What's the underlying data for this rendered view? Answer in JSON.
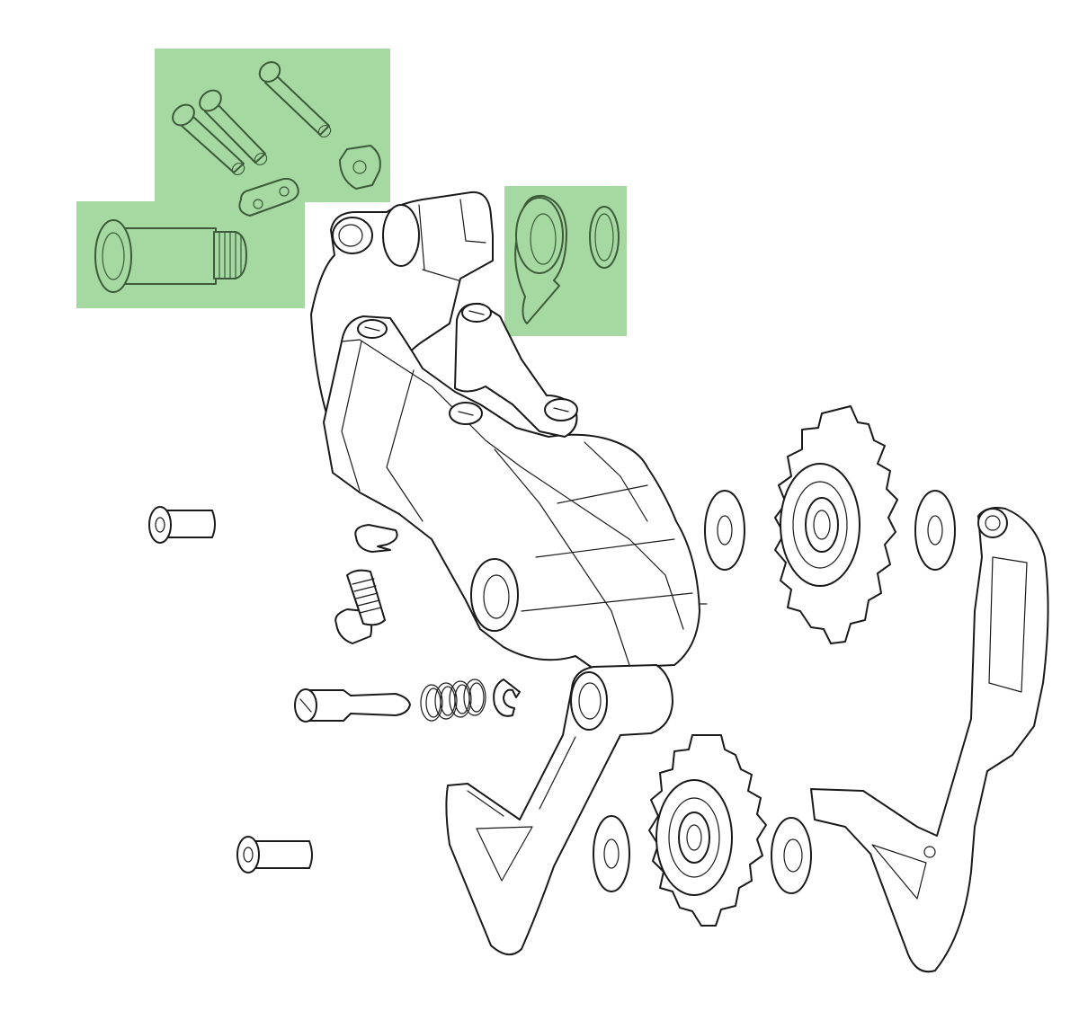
{
  "diagram": {
    "type": "exploded-parts-view",
    "colors": {
      "line": "#1a1a1a",
      "background": "#ffffff",
      "highlight_fill": "#a6d9a2",
      "highlight_line": "#3d5a3a"
    },
    "highlight_groups": [
      "pin-and-bushing-kit",
      "main-pivot-bolt",
      "b-knuckle-and-ring"
    ]
  }
}
